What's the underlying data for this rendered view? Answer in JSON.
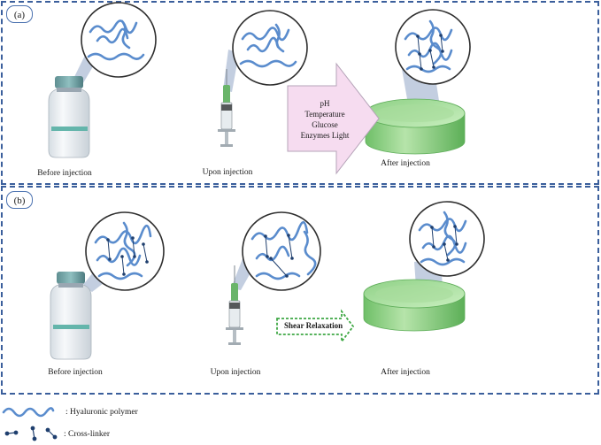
{
  "panel_a": {
    "label": "(a)",
    "captions": {
      "before": "Before injection",
      "upon": "Upon injection",
      "after": "After injection"
    },
    "stimuli": [
      "pH",
      "Temperature",
      "Glucose",
      "Enzymes Light"
    ]
  },
  "panel_b": {
    "label": "(b)",
    "captions": {
      "before": "Before injection",
      "upon": "Upon injection",
      "after": "After injection"
    },
    "arrow_label": "Shear Relaxation"
  },
  "legend": {
    "polymer": ": Hyaluronic polymer",
    "crosslinker": ": Cross-linker"
  },
  "colors": {
    "border": "#3b5f9c",
    "polymer": "#5a8ccd",
    "gel": "#78c878",
    "stimuli_arrow": "#f6dcf0",
    "shear_arrow": "#3fa845"
  }
}
